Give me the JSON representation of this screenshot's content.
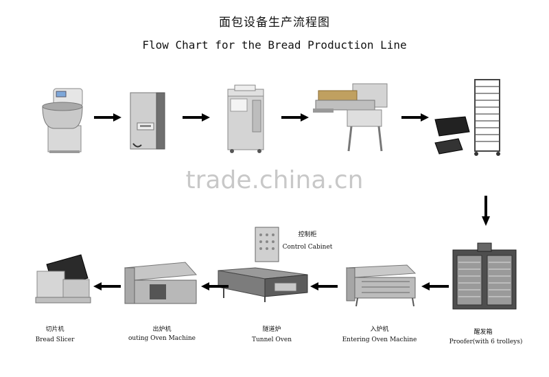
{
  "title_cn": "面包设备生产流程图",
  "title_en": "Flow Chart for the Bread Production Line",
  "watermark": "trade.china.cn",
  "control_cabinet": {
    "cn": "控制柜",
    "en": "Control Cabinet"
  },
  "bottom_row": [
    {
      "cn": "切片机",
      "en": "Bread Slicer"
    },
    {
      "cn": "出炉机",
      "en": "outing Oven Machine"
    },
    {
      "cn": "隧道炉",
      "en": "Tunnel Oven"
    },
    {
      "cn": "入炉机",
      "en": "Entering Oven Machine"
    },
    {
      "cn": "醒发箱",
      "en": "Proofer(with 6 trolleys)"
    }
  ],
  "icons": [
    "spiral-mixer",
    "dough-divider",
    "dough-rounder",
    "moulder",
    "baking-pans-and-trolley",
    "proofer",
    "entering-oven-machine",
    "tunnel-oven",
    "outing-oven-machine",
    "bread-slicer",
    "control-cabinet"
  ]
}
